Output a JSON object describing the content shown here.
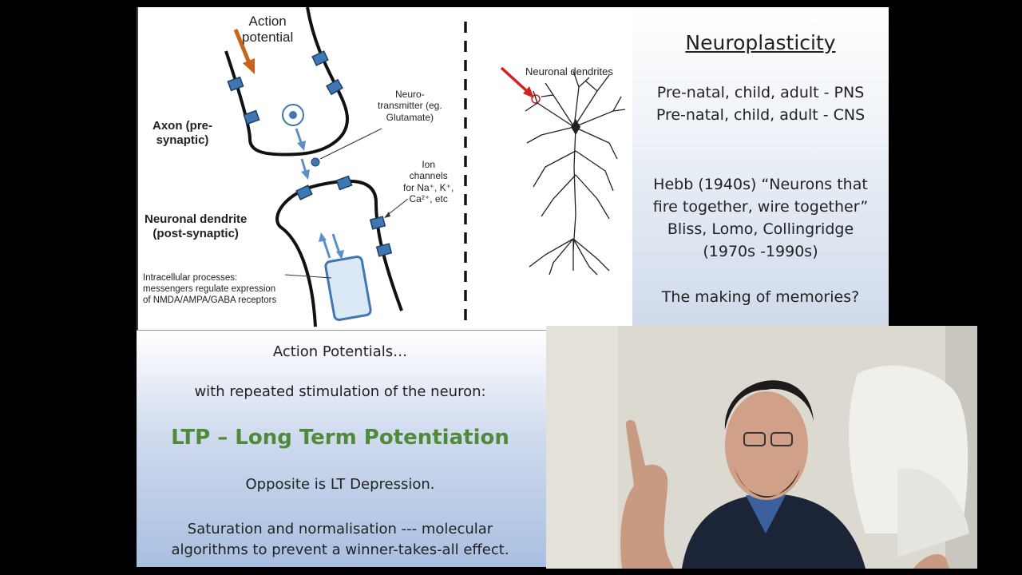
{
  "diagram": {
    "action_potential": [
      "Action",
      "potential"
    ],
    "axon": [
      "Axon (pre-",
      "synaptic)"
    ],
    "neurotransmitter": [
      "Neuro-",
      "transmitter (eg.",
      "Glutamate)"
    ],
    "ion_channels": [
      "Ion",
      "channels",
      "for Na⁺, K⁺,",
      "Ca²⁺, etc"
    ],
    "dendrite": [
      "Neuronal dendrite",
      "(post-synaptic)"
    ],
    "intracellular": [
      "Intracellular processes:",
      "messengers regulate expression",
      "of NMDA/AMPA/GABA receptors"
    ],
    "neuronal_dendrites": "Neuronal dendrites"
  },
  "right_panel": {
    "title": "Neuroplasticity",
    "line1": "Pre-natal, child, adult - PNS",
    "line2": "Pre-natal, child, adult - CNS",
    "hebb1": "Hebb (1940s) “Neurons that",
    "hebb2": "fire together, wire together”",
    "bliss1": "Bliss, Lomo, Collingridge",
    "bliss2": "(1970s -1990s)",
    "memories": "The making of memories?"
  },
  "bottom_panel": {
    "line1": "Action Potentials…",
    "line2": "with repeated stimulation of the neuron:",
    "ltp": "LTP – Long Term Potentiation",
    "opposite": "Opposite is LT Depression.",
    "saturation1": "Saturation and normalisation --- molecular",
    "saturation2": "algorithms to prevent a winner-takes-all effect."
  },
  "colors": {
    "ltp_green": "#4f8a3a",
    "arrow_orange": "#c8651b",
    "arrow_red": "#d42020",
    "channel_blue": "#3f77b3"
  }
}
